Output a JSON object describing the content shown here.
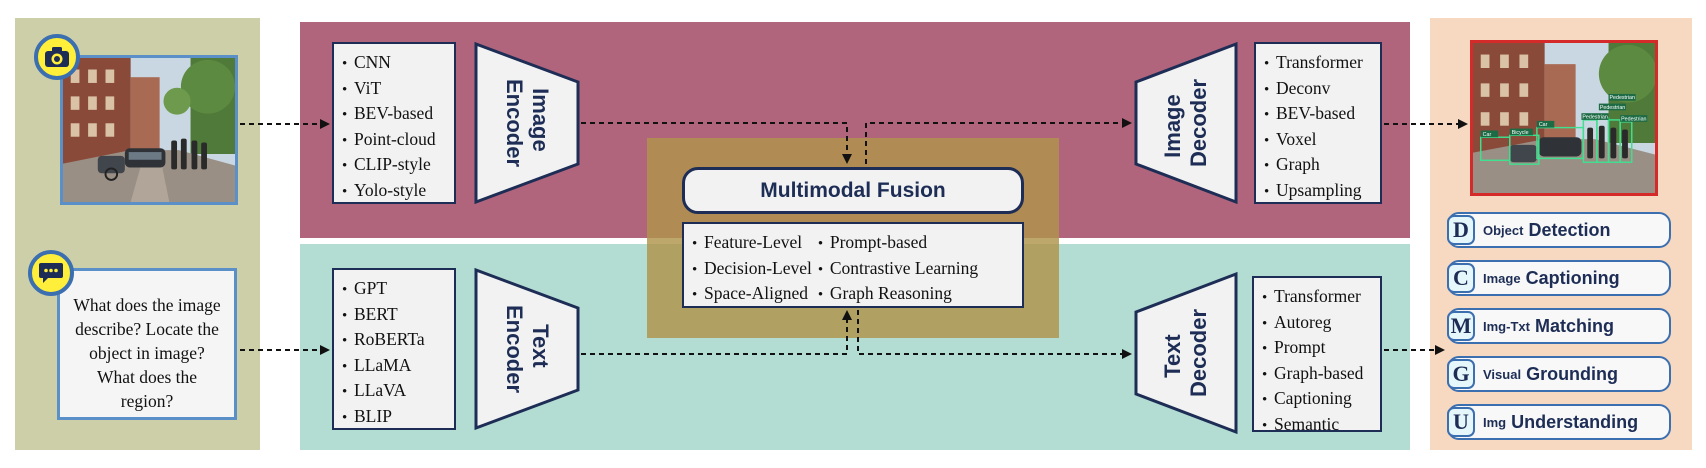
{
  "inputs": {
    "camera_icon": "camera-icon",
    "chat_icon": "chat-bubble-icon",
    "question_lines": [
      "What does the image",
      "describe? Locate the",
      "object in image?",
      "What does the",
      "region?"
    ]
  },
  "image_encoder": {
    "label_lines": [
      "Image",
      "Encoder"
    ],
    "items": [
      "CNN",
      "ViT",
      "BEV-based",
      "Point-cloud",
      "CLIP-style",
      "Yolo-style"
    ]
  },
  "text_encoder": {
    "label_lines": [
      "Text",
      "Encoder"
    ],
    "items": [
      "GPT",
      "BERT",
      "RoBERTa",
      "LLaMA",
      "LLaVA",
      "BLIP"
    ]
  },
  "fusion": {
    "title": "Multimodal Fusion",
    "left_items": [
      "Feature-Level",
      "Decision-Level",
      "Space-Aligned"
    ],
    "right_items": [
      "Prompt-based",
      "Contrastive Learning",
      "Graph Reasoning"
    ]
  },
  "image_decoder": {
    "label_lines": [
      "Image",
      "Decoder"
    ],
    "items": [
      "Transformer",
      "Deconv",
      "BEV-based",
      "Voxel",
      "Graph",
      "Upsampling"
    ]
  },
  "text_decoder": {
    "label_lines": [
      "Text",
      "Decoder"
    ],
    "items": [
      "Transformer",
      "Autoreg",
      "Prompt",
      "Graph-based",
      "Captioning",
      "Semantic"
    ]
  },
  "output_labels": [
    "Car",
    "Bicycle",
    "Car",
    "Pedestrian",
    "Pedestrian",
    "Pedestrian",
    "Pedestrian"
  ],
  "tasks": [
    {
      "letter": "D",
      "small": "Object",
      "big": "Detection"
    },
    {
      "letter": "C",
      "small": "Image",
      "big": "Captioning"
    },
    {
      "letter": "M",
      "small": "Img-Txt",
      "big": "Matching"
    },
    {
      "letter": "G",
      "small": "Visual",
      "big": "Grounding"
    },
    {
      "letter": "U",
      "small": "Img",
      "big": "Understanding"
    }
  ],
  "colors": {
    "left_panel": "#cdcfa9",
    "top_band": "#b0657c",
    "bottom_band": "#b3ddd3",
    "right_panel": "#f7d8c0",
    "fusion_overlay": "#b0944a",
    "navy": "#1d2d55",
    "badge": "#ffef3a",
    "frame_blue": "#5b8fc8",
    "detection_red": "#d42a2a"
  }
}
